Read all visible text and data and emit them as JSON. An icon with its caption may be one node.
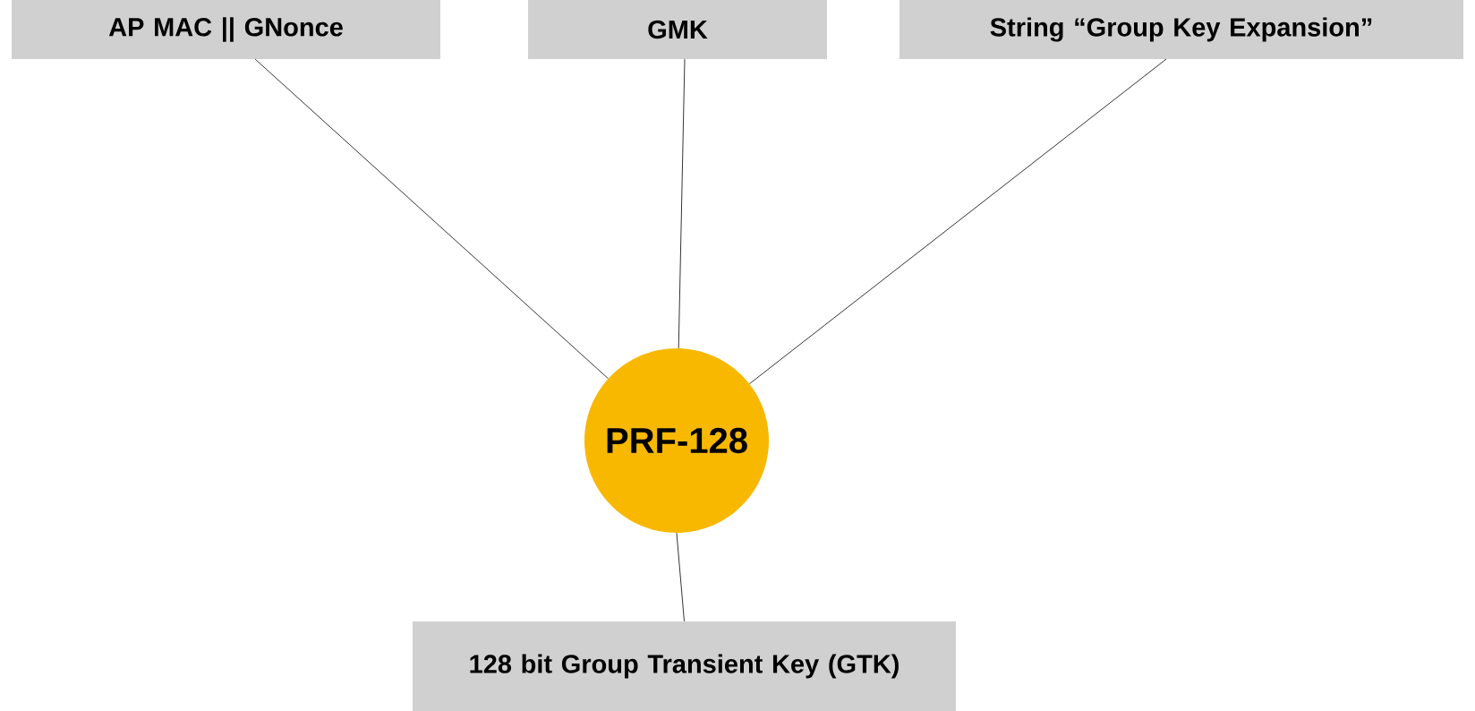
{
  "diagram": {
    "nodes": [
      {
        "text": [
          "AP MAC || GNonce"
        ]
      },
      {
        "text": [
          "GMK"
        ]
      },
      {
        "text": [
          "String “Group Key Expansion”"
        ]
      },
      {
        "text": [
          "PRF-128"
        ]
      },
      {
        "text": [
          "128 bit Group Transient Key (GTK)"
        ]
      }
    ],
    "edges": [
      {
        "from": 0,
        "to": 3,
        "arrow": "none"
      },
      {
        "from": 1,
        "to": 3,
        "arrow": "none"
      },
      {
        "from": 2,
        "to": 3,
        "arrow": "none"
      },
      {
        "from": 3,
        "to": 4,
        "arrow": "none"
      }
    ]
  }
}
